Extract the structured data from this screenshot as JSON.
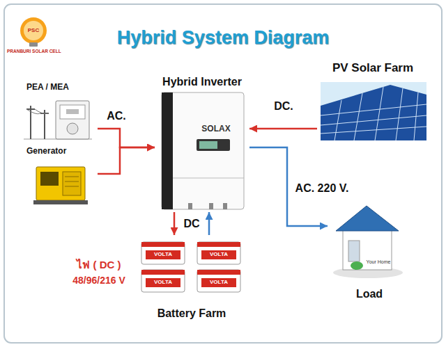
{
  "diagram": {
    "title": "Hybrid System Diagram",
    "nodes": [
      {
        "text": [
          "PEA / MEA"
        ]
      },
      {
        "text": [
          "Hybrid Inverter"
        ]
      },
      {
        "text": [
          "PV Solar Farm"
        ]
      },
      {
        "text": [
          "Generator"
        ]
      },
      {
        "text": [
          "Battery Farm"
        ]
      },
      {
        "text": [
          "Load"
        ]
      }
    ],
    "edges": [
      {
        "from": 0,
        "to": 1,
        "label": "AC.",
        "arrow": "to"
      },
      {
        "from": 3,
        "to": 1,
        "arrow": "to"
      },
      {
        "from": 2,
        "to": 1,
        "label": "DC.",
        "arrow": "to"
      },
      {
        "from": 1,
        "to": 5,
        "label": "AC. 220 V.",
        "arrow": "to"
      },
      {
        "from": 1,
        "to": 4,
        "label": "DC",
        "arrow": "to"
      },
      {
        "from": 4,
        "to": 1,
        "arrow": "to"
      }
    ],
    "labels": [
      "PSC",
      "PRANBURI SOLAR CELL",
      "SOLAX",
      "VOLTA",
      "VOLTA",
      "VOLTA",
      "VOLTA",
      "ไฟ ( DC )",
      "48/96/216 V",
      "Your Home"
    ]
  }
}
